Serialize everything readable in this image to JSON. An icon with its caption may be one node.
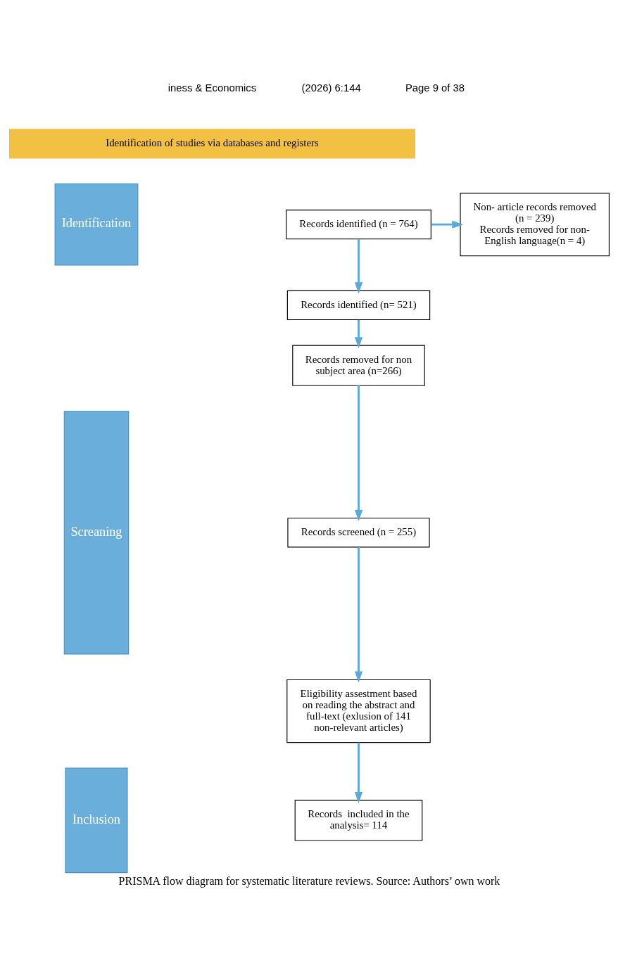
{
  "diagram": {
    "caption": "PRISMA flow diagram for systematic literature reviews. Source: Authors’ own work",
    "nodes": [
      {
        "text": [
          "Identification of studies via databases and registers"
        ]
      },
      {
        "text": [
          "Identification"
        ]
      },
      {
        "text": [
          "Screaning"
        ]
      },
      {
        "text": [
          "Inclusion"
        ]
      },
      {
        "text": [
          "Records identified (n = 764)"
        ]
      },
      {
        "text": [
          "Non- article records removed (n = 239)",
          "Records removed for non- English language(n = 4)"
        ]
      },
      {
        "text": [
          "Records identified (n= 521)"
        ]
      },
      {
        "text": [
          "Records removed for non subject area (n=266)"
        ]
      },
      {
        "text": [
          "Records screened (n = 255)"
        ]
      },
      {
        "text": [
          "Eligibility assestment based on reading the abstract and full-text (exlusion of 141 non-relevant articles)"
        ]
      },
      {
        "text": [
          "Records  included in the analysis= 114"
        ]
      }
    ],
    "edges": [
      {
        "from": 4,
        "to": 5,
        "arrow": "to"
      },
      {
        "from": 4,
        "to": 6,
        "arrow": "to"
      },
      {
        "from": 6,
        "to": 7,
        "arrow": "to"
      },
      {
        "from": 7,
        "to": 8,
        "arrow": "to"
      },
      {
        "from": 8,
        "to": 9,
        "arrow": "to"
      },
      {
        "from": 9,
        "to": 10,
        "arrow": "to"
      }
    ],
    "labels": [
      "iness & Economics",
      "(2026) 6:144",
      "Page 9 of 38"
    ]
  }
}
